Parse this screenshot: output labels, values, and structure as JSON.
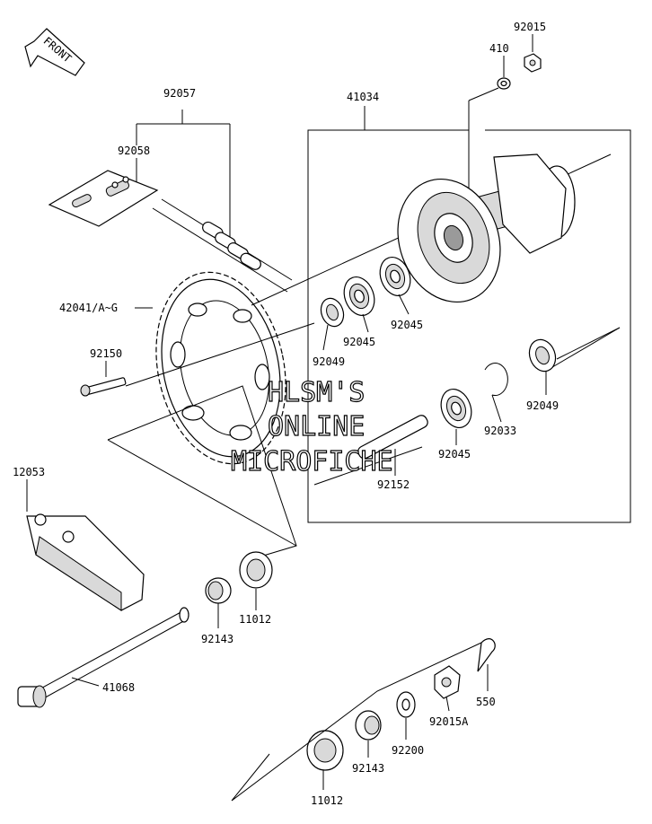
{
  "front_arrow": {
    "label": "FRONT"
  },
  "watermark": {
    "line1": "HLSM'S",
    "line2": "ONLINE",
    "line3": "MICROFICHE"
  },
  "parts": {
    "p92015": "92015",
    "p410": "410",
    "p41034": "41034",
    "p92057": "92057",
    "p92058": "92058",
    "p42041": "42041/A~G",
    "p92150": "92150",
    "p92049a": "92049",
    "p92045a": "92045",
    "p92045b": "92045",
    "p92049b": "92049",
    "p92033": "92033",
    "p92045c": "92045",
    "p92152": "92152",
    "p12053": "12053",
    "p11012a": "11012",
    "p92143a": "92143",
    "p41068": "41068",
    "p550": "550",
    "p92015A": "92015A",
    "p92200": "92200",
    "p92143b": "92143",
    "p11012b": "11012"
  }
}
